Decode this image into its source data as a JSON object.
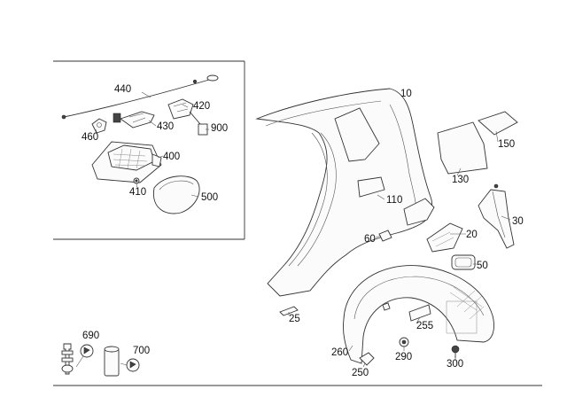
{
  "callouts": {
    "c10": "10",
    "c20": "20",
    "c25": "25",
    "c30": "30",
    "c50": "50",
    "c60": "60",
    "c110": "110",
    "c130": "130",
    "c150": "150",
    "c250": "250",
    "c255": "255",
    "c260": "260",
    "c290": "290",
    "c300": "300",
    "c400": "400",
    "c410": "410",
    "c420": "420",
    "c430": "430",
    "c440": "440",
    "c460": "460",
    "c500": "500",
    "c690": "690",
    "c700": "700",
    "c900": "900"
  }
}
